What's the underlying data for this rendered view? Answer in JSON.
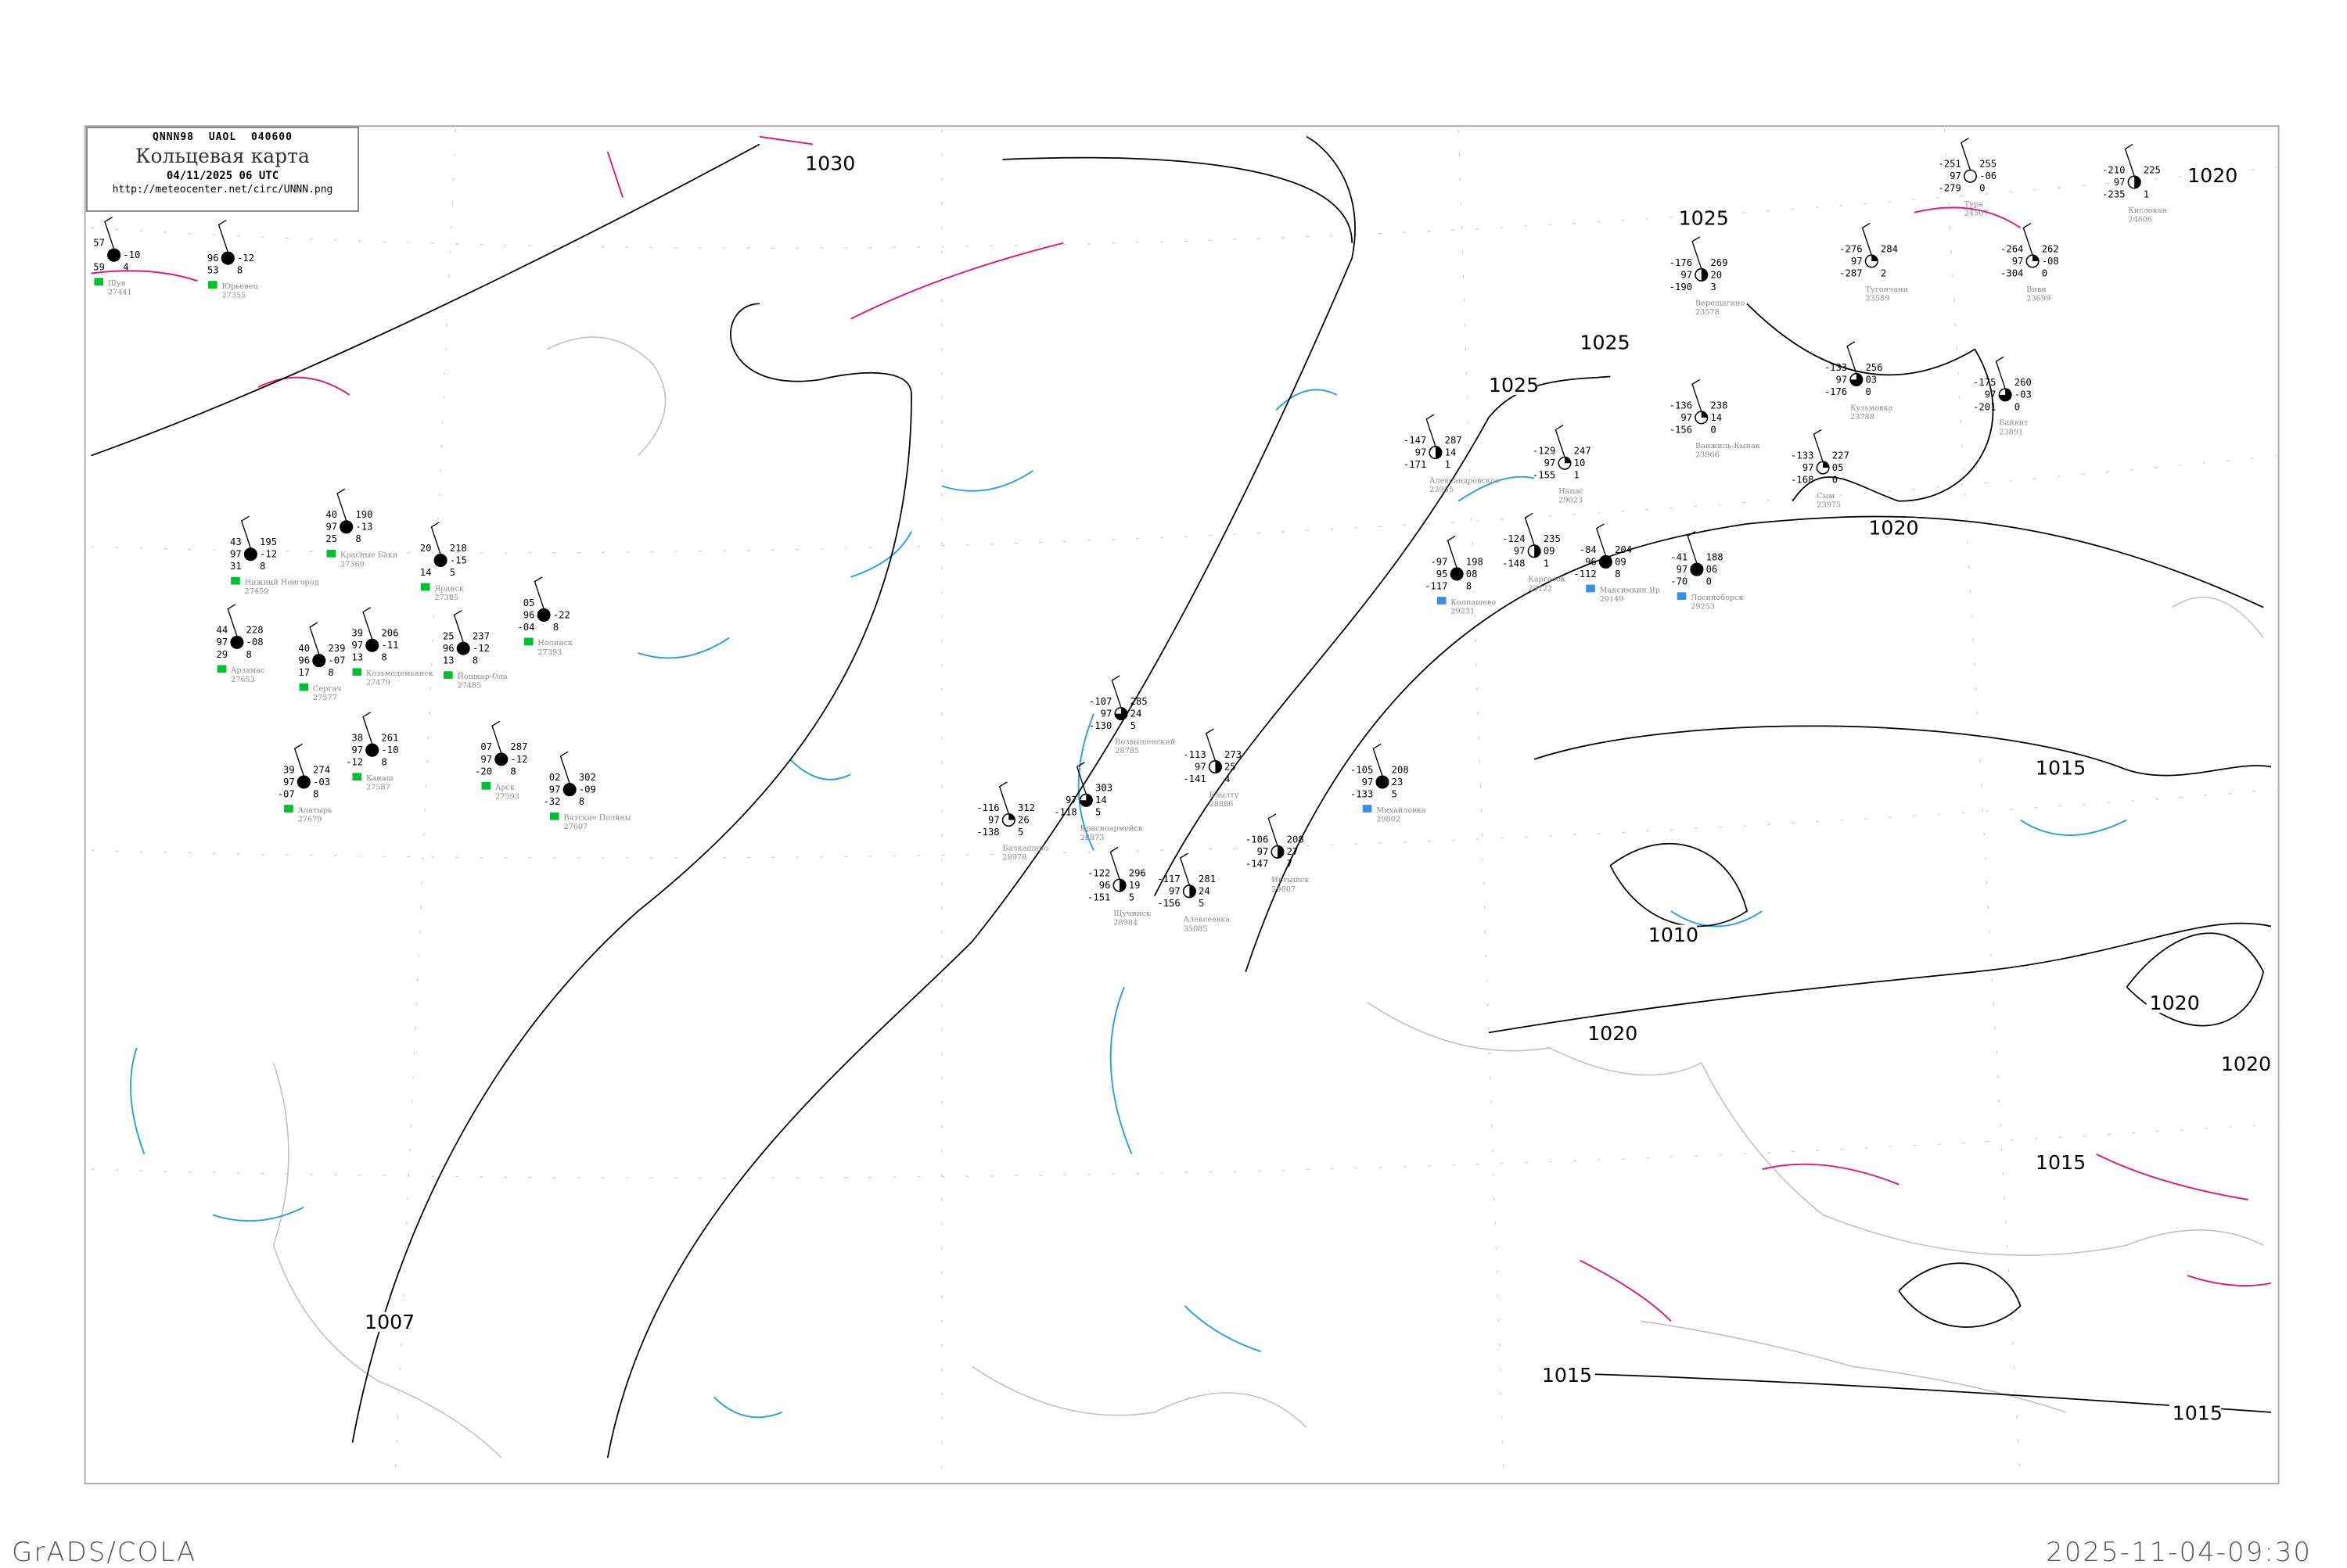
{
  "header": {
    "code_line": "QNNN98  UAOL  040600",
    "title": "Кольцевая карта",
    "date": "04/11/2025 06 UTC",
    "url": "http://meteocenter.net/circ/UNNN.png"
  },
  "footer": {
    "left": "GrADS/COLA",
    "right": "2025-11-04-09:30"
  },
  "colors": {
    "isobar": "#000000",
    "front_warm": "#e0197d",
    "river": "#2aa0e8",
    "coast": "#bbbbbb",
    "precip_green": "#00c030",
    "precip_blue": "#3a8ee6"
  },
  "isobar_labels": [
    "1030",
    "1025",
    "1025",
    "1025",
    "1020",
    "1020",
    "1020",
    "1020",
    "1020",
    "1015",
    "1015",
    "1015",
    "1015",
    "1010",
    "1007"
  ],
  "stations": [
    {
      "name": "Тура",
      "id": "24507",
      "t": "-251",
      "p": "255",
      "vis": "97",
      "tend": "-06",
      "td": "-279",
      "extra": "0",
      "cloud": 0
    },
    {
      "name": "Кислокан",
      "id": "24606",
      "t": "-210",
      "p": "225",
      "vis": "97",
      "tend": "",
      "td": "-235",
      "extra": "1",
      "cloud": 0.5
    },
    {
      "name": "Виви",
      "id": "23699",
      "t": "-264",
      "p": "262",
      "vis": "97",
      "tend": "-08",
      "td": "-304",
      "extra": "0",
      "cloud": 0.25
    },
    {
      "name": "Тугончани",
      "id": "23589",
      "t": "-276",
      "p": "284",
      "vis": "97",
      "tend": "",
      "td": "-287",
      "extra": "2",
      "cloud": 0.25
    },
    {
      "name": "Верещагино",
      "id": "23578",
      "t": "-176",
      "p": "269",
      "vis": "97",
      "tend": "20",
      "td": "-190",
      "extra": "3",
      "cloud": 0.5
    },
    {
      "name": "Кузьмовка",
      "id": "23788",
      "t": "-133",
      "p": "256",
      "vis": "97",
      "tend": "03",
      "td": "-176",
      "extra": "0",
      "cloud": 0.75
    },
    {
      "name": "Байкит",
      "id": "23891",
      "t": "-175",
      "p": "260",
      "vis": "97",
      "tend": "-03",
      "td": "-201",
      "extra": "0",
      "cloud": 0.75
    },
    {
      "name": "Ванжиль-Кынак",
      "id": "23966",
      "t": "-136",
      "p": "238",
      "vis": "97",
      "tend": "14",
      "td": "-156",
      "extra": "0",
      "cloud": 0.25
    },
    {
      "name": "Сым",
      "id": "23975",
      "t": "-133",
      "p": "227",
      "vis": "97",
      "tend": "05",
      "td": "-168",
      "extra": "0",
      "cloud": 0.25
    },
    {
      "name": "Напас",
      "id": "29023",
      "t": "-129",
      "p": "247",
      "vis": "97",
      "tend": "10",
      "td": "-155",
      "extra": "1",
      "cloud": 0.25
    },
    {
      "name": "Каргасок",
      "id": "29122",
      "t": "-124",
      "p": "235",
      "vis": "97",
      "tend": "09",
      "td": "-148",
      "extra": "1",
      "cloud": 0.5
    },
    {
      "name": "Александровское",
      "id": "23955",
      "t": "-147",
      "p": "287",
      "vis": "97",
      "tend": "14",
      "td": "-171",
      "extra": "1",
      "cloud": 0.5
    },
    {
      "name": "Колпашево",
      "id": "29231",
      "t": "-97",
      "p": "198",
      "vis": "95",
      "tend": "08",
      "td": "-117",
      "extra": "8",
      "cloud": 1
    },
    {
      "name": "Максимкин Яр",
      "id": "29149",
      "t": "-84",
      "p": "204",
      "vis": "96",
      "tend": "09",
      "td": "-112",
      "extra": "8",
      "cloud": 1
    },
    {
      "name": "Лосиноборск",
      "id": "29253",
      "t": "-41",
      "p": "188",
      "vis": "97",
      "tend": "06",
      "td": "-70",
      "extra": "0",
      "cloud": 1
    },
    {
      "name": "Возвышенский",
      "id": "28785",
      "t": "-107",
      "p": "285",
      "vis": "97",
      "tend": "24",
      "td": "-130",
      "extra": "5",
      "cloud": 0.75
    },
    {
      "name": "Красноармейск",
      "id": "28873",
      "t": "",
      "p": "303",
      "vis": "97",
      "tend": "14",
      "td": "-118",
      "extra": "5",
      "cloud": 0.75
    },
    {
      "name": "Кзылту",
      "id": "28886",
      "t": "-113",
      "p": "273",
      "vis": "97",
      "tend": "25",
      "td": "-141",
      "extra": "4",
      "cloud": 0.5
    },
    {
      "name": "Щучинск",
      "id": "28984",
      "t": "-122",
      "p": "296",
      "vis": "96",
      "tend": "19",
      "td": "-151",
      "extra": "5",
      "cloud": 0.5
    },
    {
      "name": "Балкашино",
      "id": "28978",
      "t": "-116",
      "p": "312",
      "vis": "97",
      "tend": "26",
      "td": "-138",
      "extra": "5",
      "cloud": 0.25
    },
    {
      "name": "Алексеевка",
      "id": "35085",
      "t": "-117",
      "p": "281",
      "vis": "97",
      "tend": "24",
      "td": "-156",
      "extra": "5",
      "cloud": 0.5
    },
    {
      "name": "Иртышск",
      "id": "29807",
      "t": "-106",
      "p": "208",
      "vis": "97",
      "tend": "27",
      "td": "-147",
      "extra": "7",
      "cloud": 0.5
    },
    {
      "name": "Михайловка",
      "id": "29802",
      "t": "-105",
      "p": "208",
      "vis": "97",
      "tend": "23",
      "td": "-133",
      "extra": "5",
      "cloud": 1
    },
    {
      "name": "Нижний Новгород",
      "id": "27459",
      "t": "43",
      "p": "195",
      "vis": "97",
      "tend": "-12",
      "td": "31",
      "extra": "8",
      "cloud": 1
    },
    {
      "name": "Красные Баки",
      "id": "27369",
      "t": "40",
      "p": "190",
      "vis": "97",
      "tend": "-13",
      "td": "25",
      "extra": "8",
      "cloud": 1
    },
    {
      "name": "Арзамас",
      "id": "27653",
      "t": "44",
      "p": "228",
      "vis": "97",
      "tend": "-08",
      "td": "29",
      "extra": "8",
      "cloud": 1
    },
    {
      "name": "Сергач",
      "id": "27577",
      "t": "40",
      "p": "239",
      "vis": "96",
      "tend": "-07",
      "td": "17",
      "extra": "8",
      "cloud": 1
    },
    {
      "name": "Козьмодемьянск",
      "id": "27479",
      "t": "39",
      "p": "206",
      "vis": "97",
      "tend": "-11",
      "td": "13",
      "extra": "8",
      "cloud": 1
    },
    {
      "name": "Йошкар-Ола",
      "id": "27485",
      "t": "25",
      "p": "237",
      "vis": "96",
      "tend": "-12",
      "td": "13",
      "extra": "8",
      "cloud": 1
    },
    {
      "name": "Яранск",
      "id": "27385",
      "t": "20",
      "p": "218",
      "vis": "",
      "tend": "-15",
      "td": "14",
      "extra": "5",
      "cloud": 1
    },
    {
      "name": "Нолинск",
      "id": "27393",
      "t": "05",
      "p": "",
      "vis": "96",
      "tend": "-22",
      "td": "-04",
      "extra": "8",
      "cloud": 1
    },
    {
      "name": "Канаш",
      "id": "27587",
      "t": "38",
      "p": "261",
      "vis": "97",
      "tend": "-10",
      "td": "-12",
      "extra": "8",
      "cloud": 1
    },
    {
      "name": "Алатырь",
      "id": "27679",
      "t": "39",
      "p": "274",
      "vis": "97",
      "tend": "-03",
      "td": "-07",
      "extra": "8",
      "cloud": 1
    },
    {
      "name": "Арск",
      "id": "27593",
      "t": "07",
      "p": "287",
      "vis": "97",
      "tend": "-12",
      "td": "-20",
      "extra": "8",
      "cloud": 1
    },
    {
      "name": "Вятские Поляны",
      "id": "27607",
      "t": "02",
      "p": "302",
      "vis": "97",
      "tend": "-09",
      "td": "-32",
      "extra": "8",
      "cloud": 1
    },
    {
      "name": "Шуя",
      "id": "27441",
      "t": "57",
      "p": "",
      "vis": "",
      "tend": "-10",
      "td": "59",
      "extra": "4",
      "cloud": 1
    },
    {
      "name": "Юрьевец",
      "id": "27355",
      "t": "",
      "p": "",
      "vis": "96",
      "tend": "-12",
      "td": "53",
      "extra": "8",
      "cloud": 1
    }
  ]
}
